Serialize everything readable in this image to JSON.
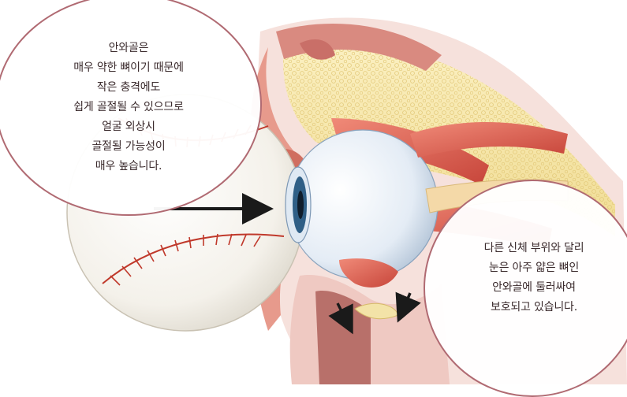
{
  "callout_left": {
    "lines": [
      "안와골은",
      "매우 약한 뼈이기 때문에",
      "작은 충격에도",
      "쉽게 골절될 수 있으므로",
      "얼굴 외상시",
      "골절될 가능성이",
      "매우 높습니다."
    ]
  },
  "callout_right": {
    "lines": [
      "다른 신체 부위와 달리",
      "눈은 아주 얇은 뼈인",
      "안와골에 둘러싸여",
      "보호되고 있습니다."
    ]
  },
  "colors": {
    "bubble_border": "#b06a72",
    "muscle": "#d9574a",
    "bone": "#f3e3a8",
    "sclera": "#eef3f8",
    "iris": "#2f5f86",
    "stitch": "#c0392b",
    "arrow": "#1a1a1a"
  }
}
